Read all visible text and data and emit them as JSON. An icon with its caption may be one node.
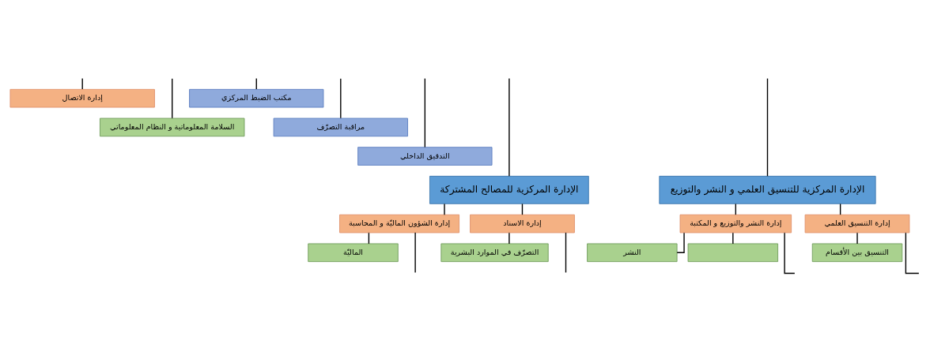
{
  "diagram": {
    "nodes": [
      {
        "text": [
          "إدارة الاتصال"
        ]
      },
      {
        "text": [
          "السلامة المعلوماتية و النظام المعلوماتي"
        ]
      },
      {
        "text": [
          "مكتب الضبط المركزي"
        ]
      },
      {
        "text": [
          "مراقبة التصرّف"
        ]
      },
      {
        "text": [
          "التدقيق الداخلي"
        ]
      },
      {
        "text": [
          "الإدارة المركزية للمصالح المشتركة"
        ]
      },
      {
        "text": [
          "الإدارة المركزية للتنسيق العلمي و النشر والتوزيع"
        ]
      },
      {
        "text": [
          "إدارة الشؤون الماليّة و المحاسبة"
        ]
      },
      {
        "text": [
          "إدارة الاسناد"
        ]
      },
      {
        "text": [
          "إدارة النشر والتوزيع و المكتبة"
        ]
      },
      {
        "text": [
          "إدارة التنسيق العلمي"
        ]
      },
      {
        "text": [
          "الماليّة"
        ]
      },
      {
        "text": [
          "التصرّف في الموارد البشرية"
        ]
      },
      {
        "text": [
          "النشر"
        ]
      },
      {
        "text": [],
        "shape": "box"
      },
      {
        "text": [
          "التنسيق بين الأقسام"
        ]
      }
    ],
    "edges": [
      {
        "from": null,
        "to": 0,
        "arrow": "none"
      },
      {
        "from": null,
        "to": 1,
        "arrow": "none"
      },
      {
        "from": null,
        "to": 2,
        "arrow": "none"
      },
      {
        "from": null,
        "to": 3,
        "arrow": "none"
      },
      {
        "from": null,
        "to": 4,
        "arrow": "none"
      },
      {
        "from": null,
        "to": 5,
        "arrow": "none"
      },
      {
        "from": null,
        "to": 6,
        "arrow": "none"
      },
      {
        "from": 5,
        "to": 7,
        "arrow": "none"
      },
      {
        "from": 5,
        "to": 8,
        "arrow": "none"
      },
      {
        "from": 6,
        "to": 9,
        "arrow": "none"
      },
      {
        "from": 6,
        "to": 10,
        "arrow": "none"
      },
      {
        "from": 7,
        "to": 11,
        "arrow": "none"
      },
      {
        "from": 8,
        "to": 12,
        "arrow": "none"
      },
      {
        "from": 9,
        "to": 13,
        "arrow": "none"
      },
      {
        "from": 9,
        "to": 14,
        "arrow": "none"
      },
      {
        "from": 10,
        "to": 15,
        "arrow": "none"
      },
      {
        "from": 7,
        "to": null,
        "arrow": "none"
      },
      {
        "from": 8,
        "to": null,
        "arrow": "none"
      },
      {
        "from": 9,
        "to": null,
        "arrow": "none"
      },
      {
        "from": 10,
        "to": null,
        "arrow": "none"
      }
    ]
  }
}
